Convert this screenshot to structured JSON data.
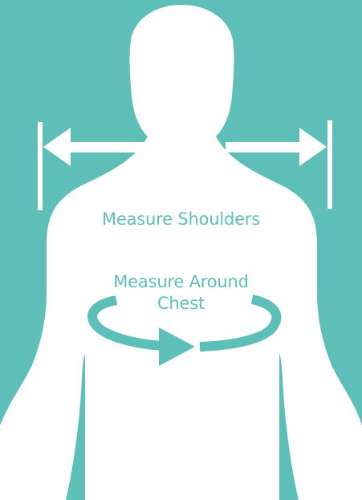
{
  "colors": {
    "background": "#5EBFB8",
    "silhouette": "#FFFFFF",
    "label_text": "#5EBFB8",
    "arrow_white": "#FFFFFF",
    "arrow_teal": "#5EBFB8"
  },
  "labels": {
    "shoulders": "Measure Shoulders",
    "chest_line1": "Measure Around",
    "chest_line2": "Chest"
  },
  "icons": {
    "shoulder_arrow": "double-headed-arrow-icon",
    "chest_arrow": "circular-arrow-icon"
  }
}
